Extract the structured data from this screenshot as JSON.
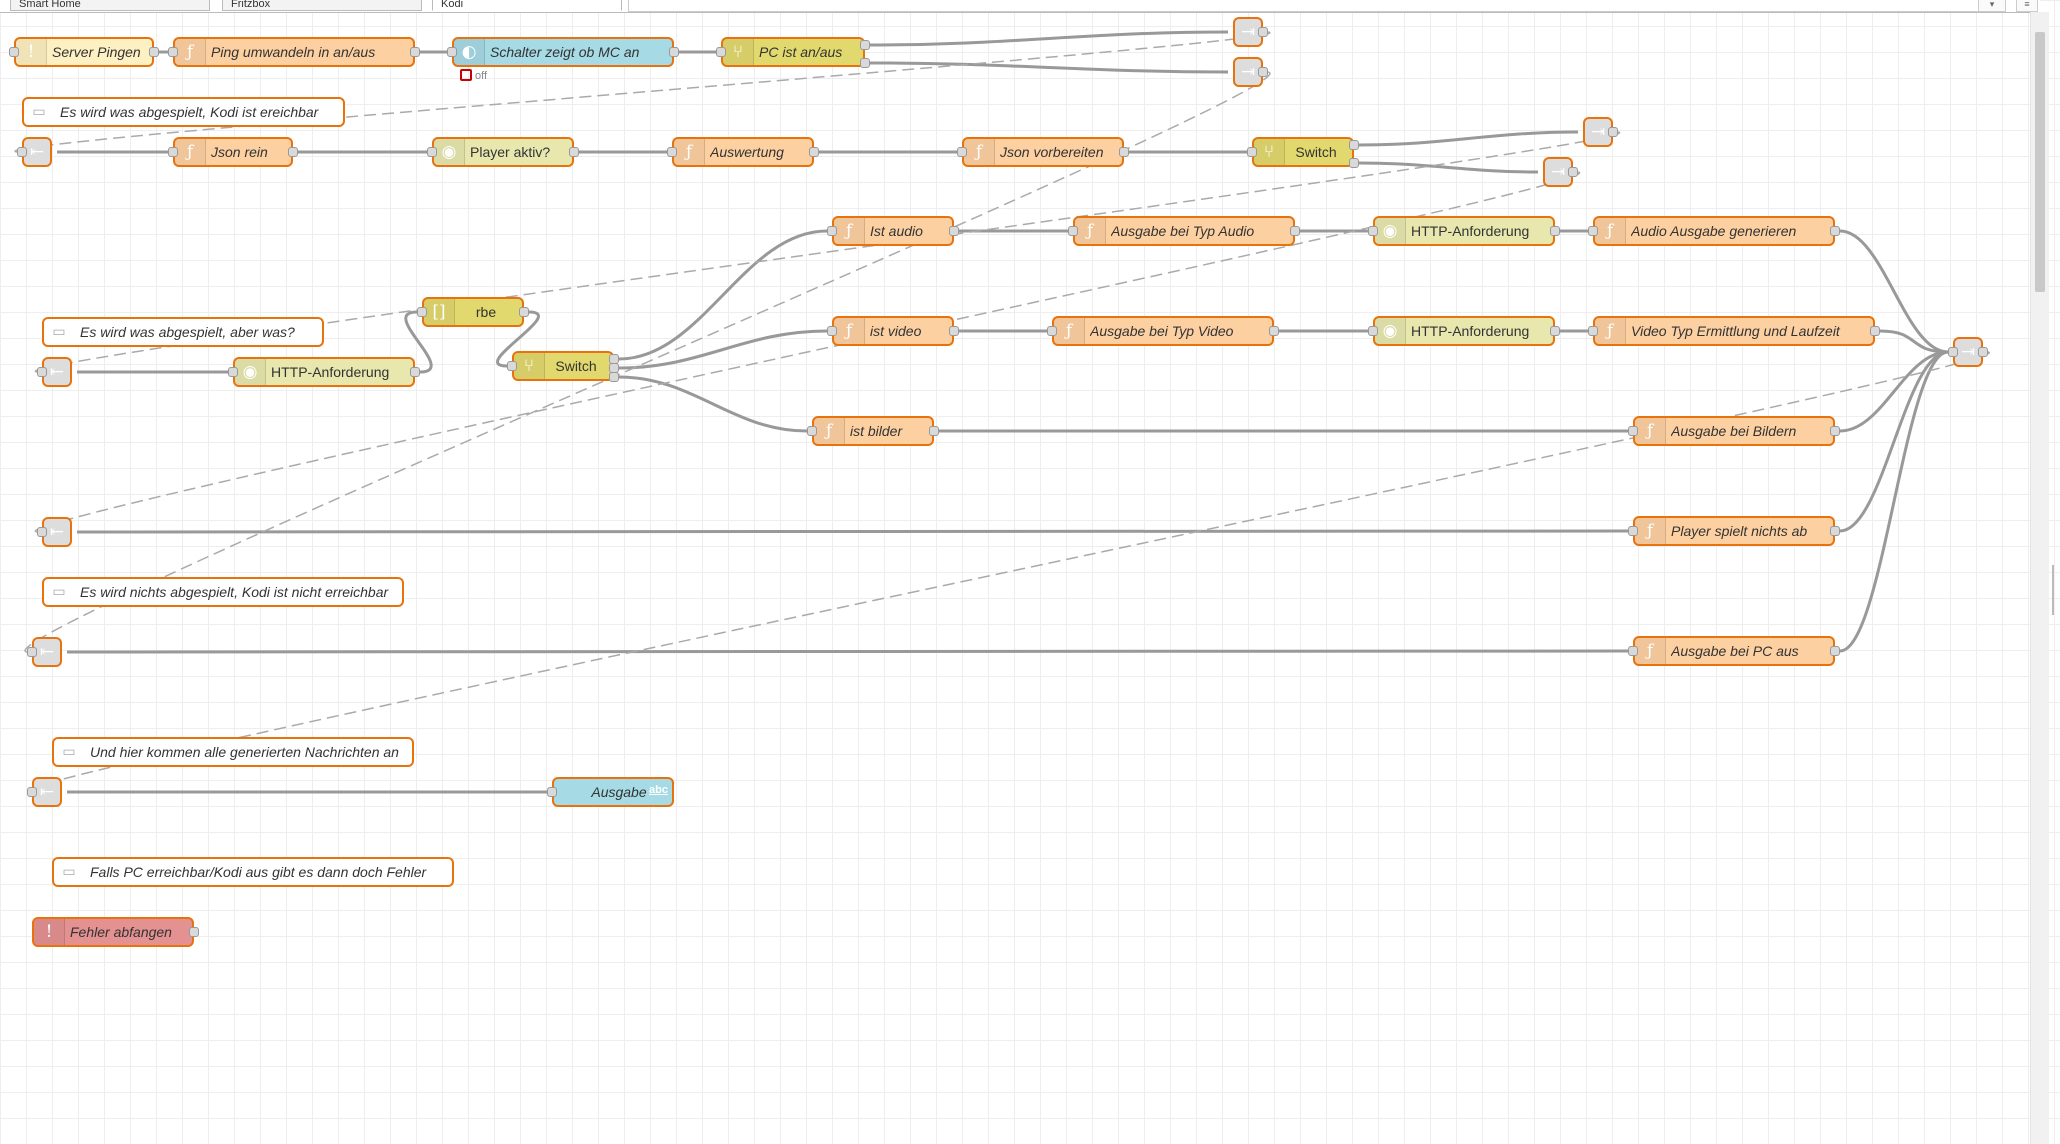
{
  "tabs": [
    "Smart Home",
    "Fritzbox",
    "Kodi"
  ],
  "colors": {
    "function": "#fdd0a2",
    "inject": "#fdf0c2",
    "switch": "#e2d96e",
    "http": "#e7e7ae",
    "dashboard": "#a6dae5",
    "debug": "#87a980",
    "catch": "#e49191",
    "comment": "#ffffff",
    "border_selected": "#ff7f0e"
  },
  "nodes": [
    {
      "id": "n1",
      "label": "Server Pingen",
      "type": "inject",
      "icon": "alert-icon"
    },
    {
      "id": "n2",
      "label": "Ping umwandeln in an/aus",
      "type": "function",
      "icon": "function-icon"
    },
    {
      "id": "n3",
      "label": "Schalter zeigt ob MC an",
      "type": "dashboard",
      "icon": "toggle-icon",
      "status": "off"
    },
    {
      "id": "n4",
      "label": "PC ist an/aus",
      "type": "switch",
      "icon": "switch-icon"
    },
    {
      "id": "n5",
      "label": "Es wird was abgespielt, Kodi ist ereichbar",
      "type": "comment",
      "icon": "comment-icon"
    },
    {
      "id": "n6",
      "label": "Json rein",
      "type": "function",
      "icon": "function-icon"
    },
    {
      "id": "n7",
      "label": "Player aktiv?",
      "type": "http",
      "icon": "globe-icon"
    },
    {
      "id": "n8",
      "label": "Auswertung",
      "type": "function",
      "icon": "function-icon"
    },
    {
      "id": "n9",
      "label": "Json vorbereiten",
      "type": "function",
      "icon": "function-icon"
    },
    {
      "id": "n10",
      "label": "Switch",
      "type": "switch",
      "icon": "switch-icon"
    },
    {
      "id": "n11",
      "label": "Ist audio",
      "type": "function",
      "icon": "function-icon"
    },
    {
      "id": "n12",
      "label": "Ausgabe bei Typ Audio",
      "type": "function",
      "icon": "function-icon"
    },
    {
      "id": "n13",
      "label": "HTTP-Anforderung",
      "type": "http",
      "icon": "globe-icon"
    },
    {
      "id": "n14",
      "label": "Audio Ausgabe generieren",
      "type": "function",
      "icon": "function-icon"
    },
    {
      "id": "n15",
      "label": "Es wird was abgespielt, aber was?",
      "type": "comment",
      "icon": "comment-icon"
    },
    {
      "id": "n16",
      "label": "rbe",
      "type": "switch",
      "icon": "rbe-icon"
    },
    {
      "id": "n17",
      "label": "HTTP-Anforderung",
      "type": "http",
      "icon": "globe-icon"
    },
    {
      "id": "n18",
      "label": "Switch",
      "type": "switch",
      "icon": "switch-icon"
    },
    {
      "id": "n19",
      "label": "ist video",
      "type": "function",
      "icon": "function-icon"
    },
    {
      "id": "n20",
      "label": "Ausgabe bei Typ Video",
      "type": "function",
      "icon": "function-icon"
    },
    {
      "id": "n21",
      "label": "HTTP-Anforderung",
      "type": "http",
      "icon": "globe-icon"
    },
    {
      "id": "n22",
      "label": "Video Typ Ermittlung und Laufzeit",
      "type": "function",
      "icon": "function-icon"
    },
    {
      "id": "n23",
      "label": "ist bilder",
      "type": "function",
      "icon": "function-icon"
    },
    {
      "id": "n24",
      "label": "Ausgabe bei Bildern",
      "type": "function",
      "icon": "function-icon"
    },
    {
      "id": "n25",
      "label": "Player spielt nichts ab",
      "type": "function",
      "icon": "function-icon"
    },
    {
      "id": "n26",
      "label": "Es wird nichts abgespielt, Kodi ist nicht erreichbar",
      "type": "comment",
      "icon": "comment-icon"
    },
    {
      "id": "n27",
      "label": "Ausgabe bei PC aus",
      "type": "function",
      "icon": "function-icon"
    },
    {
      "id": "n28",
      "label": "Und hier kommen alle generierten Nachrichten an",
      "type": "comment",
      "icon": "comment-icon"
    },
    {
      "id": "n29",
      "label": "Ausgabe",
      "type": "dashboard",
      "icon": "text-icon",
      "badge": "abc"
    },
    {
      "id": "n30",
      "label": "Falls PC erreichbar/Kodi aus gibt es dann doch Fehler",
      "type": "comment",
      "icon": "comment-icon"
    },
    {
      "id": "n31",
      "label": "Fehler abfangen",
      "type": "catch",
      "icon": "alert-icon"
    },
    {
      "id": "l1",
      "label": "",
      "type": "link",
      "icon": "link-out-icon"
    },
    {
      "id": "l2",
      "label": "",
      "type": "link",
      "icon": "link-out-icon"
    },
    {
      "id": "l3",
      "label": "",
      "type": "link",
      "icon": "link-in-icon"
    },
    {
      "id": "l4",
      "label": "",
      "type": "link",
      "icon": "link-out-icon"
    },
    {
      "id": "l5",
      "label": "",
      "type": "link",
      "icon": "link-out-icon"
    },
    {
      "id": "l6",
      "label": "",
      "type": "link",
      "icon": "link-in-icon"
    },
    {
      "id": "l7",
      "label": "",
      "type": "link",
      "icon": "link-in-icon"
    },
    {
      "id": "l8",
      "label": "",
      "type": "link",
      "icon": "link-in-icon"
    },
    {
      "id": "l9",
      "label": "",
      "type": "link",
      "icon": "link-out-icon"
    },
    {
      "id": "l10",
      "label": "",
      "type": "link",
      "icon": "link-in-icon"
    }
  ],
  "wires": [
    [
      "n1",
      "n2"
    ],
    [
      "n2",
      "n3"
    ],
    [
      "n3",
      "n4"
    ],
    [
      "n4",
      "l1"
    ],
    [
      "n4",
      "l2"
    ],
    [
      "l3",
      "n6"
    ],
    [
      "n6",
      "n7"
    ],
    [
      "n7",
      "n8"
    ],
    [
      "n8",
      "n9"
    ],
    [
      "n9",
      "n10"
    ],
    [
      "n10",
      "l4"
    ],
    [
      "n10",
      "l5"
    ],
    [
      "l6",
      "n17"
    ],
    [
      "n17",
      "n16"
    ],
    [
      "n16",
      "n18"
    ],
    [
      "n18",
      "n11"
    ],
    [
      "n18",
      "n19"
    ],
    [
      "n18",
      "n23"
    ],
    [
      "n11",
      "n12"
    ],
    [
      "n12",
      "n13"
    ],
    [
      "n13",
      "n14"
    ],
    [
      "n19",
      "n20"
    ],
    [
      "n20",
      "n21"
    ],
    [
      "n21",
      "n22"
    ],
    [
      "n23",
      "n24"
    ],
    [
      "l7",
      "n25"
    ],
    [
      "l8",
      "n27"
    ],
    [
      "n14",
      "l9"
    ],
    [
      "n22",
      "l9"
    ],
    [
      "n24",
      "l9"
    ],
    [
      "n25",
      "l9"
    ],
    [
      "n27",
      "l9"
    ],
    [
      "l10",
      "n29"
    ]
  ],
  "link_wires": [
    [
      "l1",
      "l3"
    ],
    [
      "l2",
      "l8"
    ],
    [
      "l4",
      "l6"
    ],
    [
      "l5",
      "l7"
    ],
    [
      "l9",
      "l10"
    ]
  ]
}
